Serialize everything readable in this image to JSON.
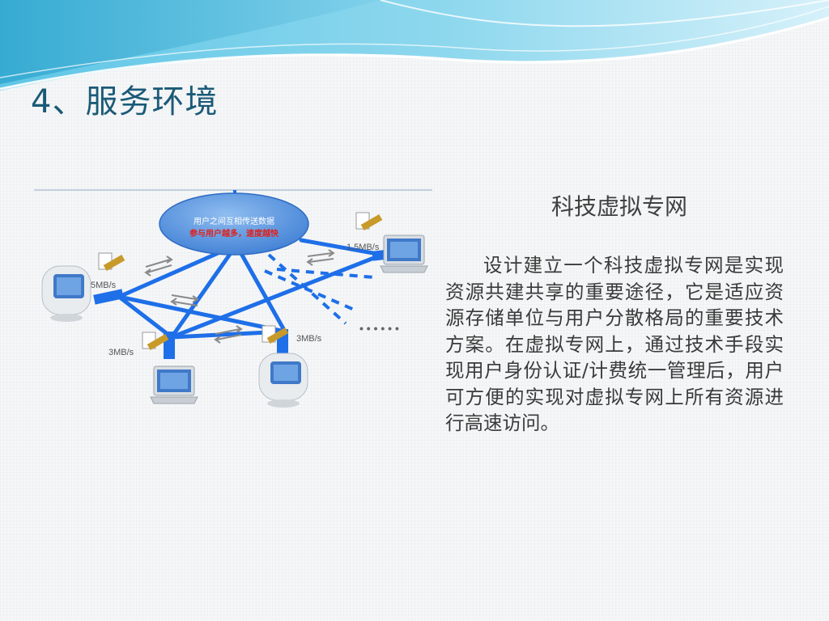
{
  "slide": {
    "title": "4、服务环境"
  },
  "diagram": {
    "cloud_line1": "用户之间互相传送数据",
    "cloud_line2": "参与用户越多，速度越快",
    "speeds": {
      "left": "5MB/s",
      "top_right": "1.5MB/s",
      "bottom_left": "3MB/s",
      "bottom_right": "3MB/s"
    },
    "more_indicator": "• • • • • •",
    "colors": {
      "link": "#1e6fe8",
      "cloud": "#4f8fdc",
      "cloud_text_main": "#ffffff",
      "cloud_text_highlight": "#e0201a"
    }
  },
  "topic": {
    "heading": "科技虚拟专网",
    "body": "设计建立一个科技虚拟专网是实现资源共建共享的重要途径，它是适应资源存储单位与用户分散格局的重要技术方案。在虚拟专网上，通过技术手段实现用户身份认证/计费统一管理后，用户可方便的实现对虚拟专网上所有资源进行高速访问。"
  }
}
